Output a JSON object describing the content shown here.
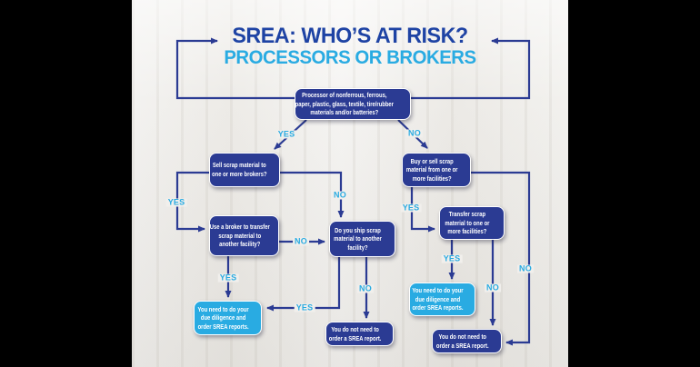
{
  "title": {
    "line1": "SREA: WHO’S AT RISK?",
    "line2": "PROCESSORS OR BROKERS"
  },
  "nodes": {
    "processor": "Processor of nonferrous, ferrous, paper, plastic, glass, textile, tire/rubber materials and/or batteries?",
    "sell_brokers": "Sell scrap material to one or more brokers?",
    "use_broker": "Use a broker to transfer scrap material to another facility?",
    "ship_scrap": "Do you ship scrap material to another facility?",
    "buy_sell": "Buy or sell scrap material from one or more facilities?",
    "transfer": "Transfer scrap material to one or more facilities?",
    "diligence_left": "You need to do your due diligence and order SREA reports.",
    "no_report_mid": "You do not need to order a SREA report.",
    "diligence_right": "You need to do your due diligence and order SREA reports.",
    "no_report_right": "You do not need to order a SREA report."
  },
  "edges": [
    {
      "from": "processor",
      "to": "sell_brokers",
      "label": "YES"
    },
    {
      "from": "processor",
      "to": "buy_sell",
      "label": "NO"
    },
    {
      "from": "sell_brokers",
      "to": "use_broker",
      "label": "YES"
    },
    {
      "from": "sell_brokers",
      "to": "ship_scrap",
      "label": "NO"
    },
    {
      "from": "use_broker",
      "to": "ship_scrap",
      "label": "NO"
    },
    {
      "from": "use_broker",
      "to": "diligence_left",
      "label": "YES"
    },
    {
      "from": "ship_scrap",
      "to": "diligence_left",
      "label": "YES"
    },
    {
      "from": "ship_scrap",
      "to": "no_report_mid",
      "label": "NO"
    },
    {
      "from": "buy_sell",
      "to": "transfer",
      "label": "YES"
    },
    {
      "from": "buy_sell",
      "to": "no_report_right",
      "label": "NO"
    },
    {
      "from": "transfer",
      "to": "diligence_right",
      "label": "YES"
    },
    {
      "from": "transfer",
      "to": "no_report_right",
      "label": "NO"
    }
  ],
  "colors": {
    "navy": "#2B3B93",
    "title_navy": "#1E43A4",
    "cyan": "#29ABE2",
    "background": "#F1F0ED",
    "letterbox": "#000000"
  }
}
